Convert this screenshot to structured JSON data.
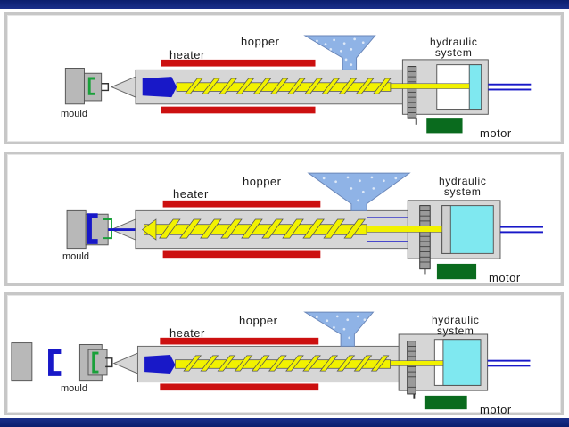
{
  "labels": {
    "heater": "heater",
    "hopper": "hopper",
    "hydraulic": "hydraulic",
    "system": "system",
    "motor": "motor",
    "mould": "mould"
  },
  "colors": {
    "heater": "#cc1010",
    "screw": "#f2f200",
    "melt": "#1818c8",
    "pellets": "#8fb3e6",
    "piston": "#7fe8f0",
    "motor": "#0a6b1e",
    "barrel": "#d6d6d6",
    "slide_bar": "#0b1e6e"
  },
  "stages": [
    {
      "name": "stage-plasticize",
      "mould_state": "closed-empty"
    },
    {
      "name": "stage-inject",
      "mould_state": "closed-filled"
    },
    {
      "name": "stage-eject",
      "mould_state": "open-part-ejected"
    }
  ]
}
